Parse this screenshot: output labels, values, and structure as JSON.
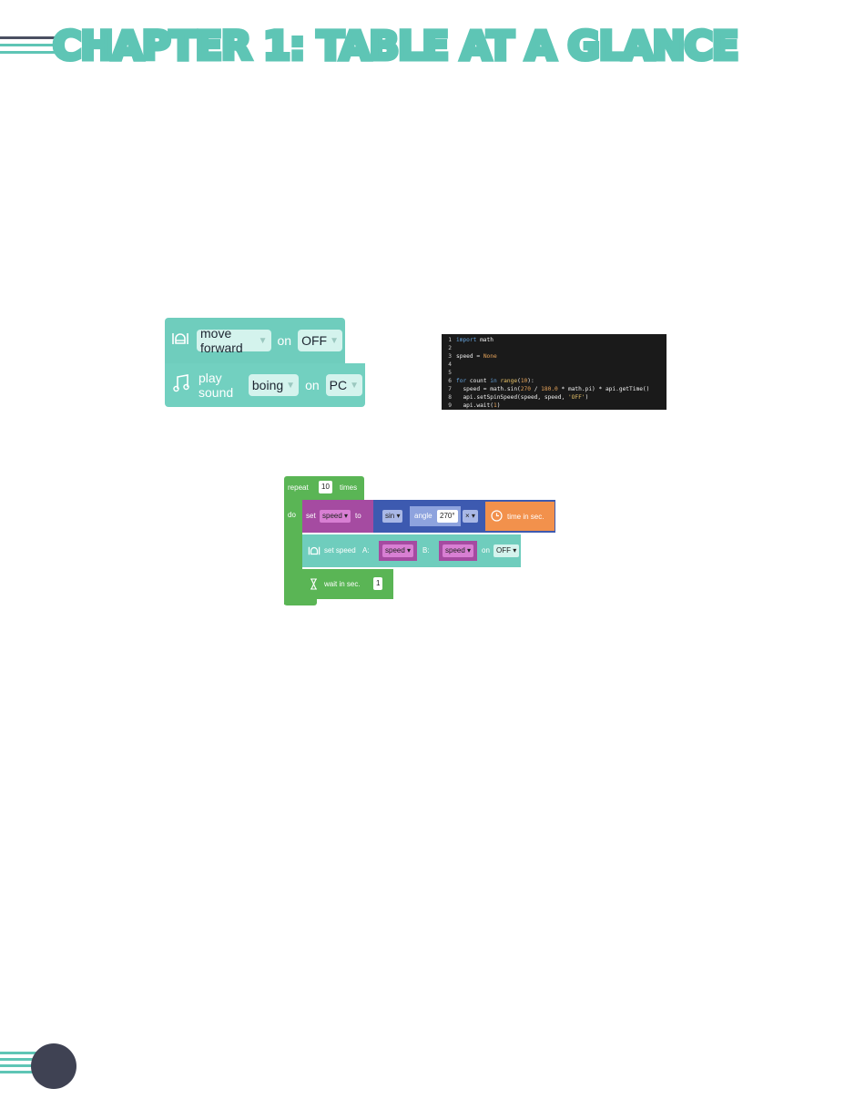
{
  "header": {
    "title": "CHAPTER 1: TABLE AT A GLANCE"
  },
  "block1": {
    "move_label": "move forward",
    "on1": "on",
    "off_value": "OFF",
    "play_label": "play sound",
    "sound_value": "boing",
    "on2": "on",
    "device_value": "PC"
  },
  "code": {
    "lines": [
      "import math",
      "",
      "speed = None",
      "",
      "",
      "for count in range(10):",
      "  speed = math.sin(270 / 180.0 * math.pi) * api.getTime()",
      "  api.setSpinSpeed(speed, speed, 'OFF')",
      "  api.wait(1)"
    ]
  },
  "block2": {
    "repeat": "repeat",
    "repeat_count": "10",
    "times": "times",
    "do": "do",
    "set": "set",
    "var": "speed",
    "to": "to",
    "sin": "sin",
    "angle": "angle",
    "angle_value": "270°",
    "times_op": "×",
    "time_label": "time in sec.",
    "set_speed": "set speed",
    "a_label": "A:",
    "a_value": "speed",
    "b_label": "B:",
    "b_value": "speed",
    "on": "on",
    "off_value": "OFF",
    "wait_label": "wait in sec.",
    "wait_value": "1"
  },
  "colors": {
    "accent_teal": "#5ec5b5",
    "dark": "#3f4253"
  }
}
